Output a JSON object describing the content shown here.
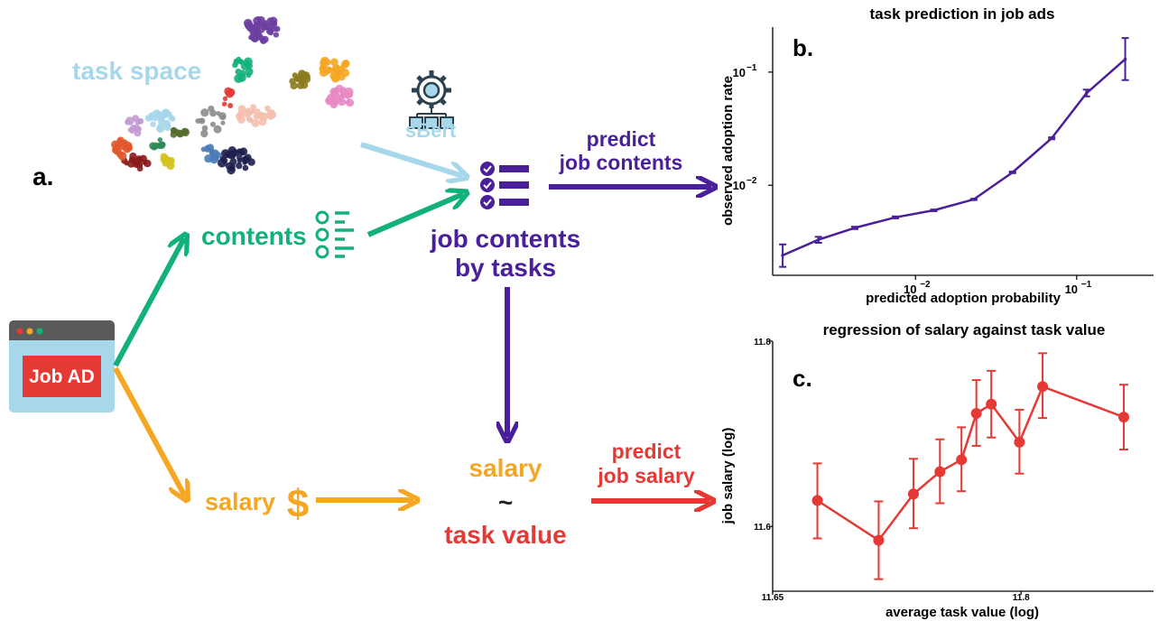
{
  "colors": {
    "purple": "#4a1f9a",
    "green": "#12b07a",
    "lightblue": "#a6d7ea",
    "orange": "#f5a623",
    "red": "#e53935",
    "black": "#000000"
  },
  "labels": {
    "panel_a": "a.",
    "panel_b": "b.",
    "panel_c": "c.",
    "task_space": "task space",
    "sbert": "sBert",
    "contents": "contents",
    "job_contents_1": "job contents",
    "job_contents_2": "by tasks",
    "predict_contents_1": "predict",
    "predict_contents_2": "job contents",
    "job_ad": "Job AD",
    "salary_source": "salary",
    "salary_eq_1": "salary",
    "salary_eq_2": "~",
    "salary_eq_3": "task value",
    "predict_salary_1": "predict",
    "predict_salary_2": "job salary"
  },
  "icons": {
    "gear": "gear-network-icon",
    "checklist_green": "checklist-icon",
    "checklist_purple": "task-list-icon",
    "dollar": "dollar-icon",
    "browser": "browser-window-icon"
  },
  "chart_data": [
    {
      "type": "line",
      "title": "task prediction in job ads",
      "xlabel": "predicted adoption probability",
      "ylabel": "observed adoption rate",
      "xscale": "log",
      "yscale": "log",
      "xlim": [
        0.0013,
        0.3
      ],
      "ylim": [
        0.0016,
        0.25
      ],
      "x_ticks": [
        {
          "value": 0.01,
          "label": "10",
          "exp": "−2"
        },
        {
          "value": 0.1,
          "label": "10",
          "exp": "−1"
        }
      ],
      "y_ticks": [
        {
          "value": 0.01,
          "label": "10",
          "exp": "−2"
        },
        {
          "value": 0.1,
          "label": "10",
          "exp": "−1"
        }
      ],
      "color": "#4a1f9a",
      "x": [
        0.0015,
        0.0025,
        0.0042,
        0.0075,
        0.013,
        0.023,
        0.04,
        0.07,
        0.115,
        0.2
      ],
      "y": [
        0.0024,
        0.0033,
        0.0042,
        0.0052,
        0.006,
        0.0075,
        0.013,
        0.026,
        0.065,
        0.13
      ],
      "err_low": [
        0.0019,
        0.0031,
        0.0041,
        0.0051,
        0.0059,
        0.0074,
        0.0128,
        0.0255,
        0.061,
        0.085
      ],
      "err_high": [
        0.003,
        0.0035,
        0.0043,
        0.0053,
        0.0061,
        0.0076,
        0.0132,
        0.0265,
        0.07,
        0.2
      ]
    },
    {
      "type": "line",
      "title": "regression of salary against task value",
      "xlabel": "average task value (log)",
      "ylabel": "job salary (log)",
      "xlim": [
        11.65,
        11.88
      ],
      "ylim": [
        11.53,
        11.8
      ],
      "x_ticks": [
        {
          "value": 11.65,
          "label": "11.65"
        },
        {
          "value": 11.8,
          "label": "11.8"
        }
      ],
      "y_ticks": [
        {
          "value": 11.6,
          "label": "11.6"
        },
        {
          "value": 11.8,
          "label": "11.8"
        }
      ],
      "color": "#e53935",
      "x": [
        11.677,
        11.714,
        11.735,
        11.751,
        11.764,
        11.773,
        11.782,
        11.799,
        11.813,
        11.862
      ],
      "y": [
        11.628,
        11.585,
        11.635,
        11.659,
        11.672,
        11.722,
        11.732,
        11.691,
        11.751,
        11.718
      ],
      "err_low": [
        11.587,
        11.543,
        11.598,
        11.625,
        11.638,
        11.687,
        11.696,
        11.657,
        11.717,
        11.683
      ],
      "err_high": [
        11.668,
        11.627,
        11.673,
        11.694,
        11.707,
        11.758,
        11.768,
        11.726,
        11.787,
        11.753
      ]
    }
  ]
}
